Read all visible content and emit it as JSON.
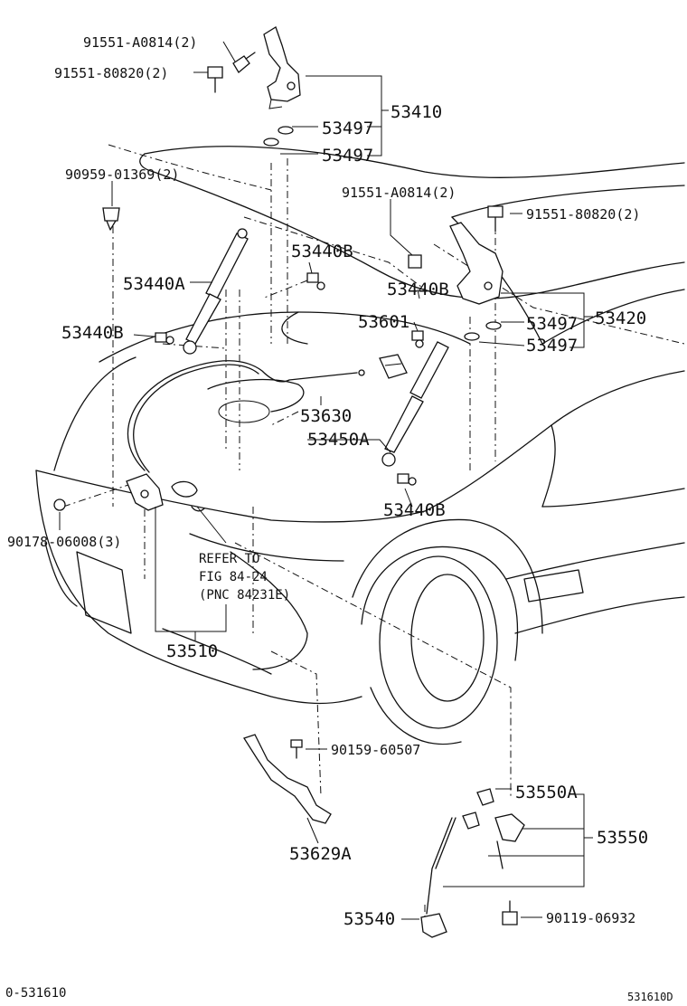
{
  "labels": {
    "l_91551_a0814_top": "91551-A0814(2)",
    "l_91551_80820_top": "91551-80820(2)",
    "l_53410": "53410",
    "l_53497_a": "53497",
    "l_53497_b": "53497",
    "l_90959": "90959-01369(2)",
    "l_91551_a0814_right": "91551-A0814(2)",
    "l_91551_80820_right": "91551-80820(2)",
    "l_53440b_1": "53440B",
    "l_53440a": "53440A",
    "l_53440b_2": "53440B",
    "l_53440b_3": "53440B",
    "l_53601": "53601",
    "l_53497_c": "53497",
    "l_53420": "53420",
    "l_53497_d": "53497",
    "l_53630": "53630",
    "l_53450a": "53450A",
    "l_53440b_4": "53440B",
    "l_90178": "90178-06008(3)",
    "l_refer_1": "REFER TO",
    "l_refer_2": "FIG 84-24",
    "l_refer_3": "(PNC 84231E)",
    "l_53510": "53510",
    "l_90159": "90159-60507",
    "l_53629a": "53629A",
    "l_53550a": "53550A",
    "l_53550": "53550",
    "l_53540": "53540",
    "l_90119": "90119-06932",
    "l_footer_left": "0-531610",
    "l_footer_right": "531610D"
  }
}
